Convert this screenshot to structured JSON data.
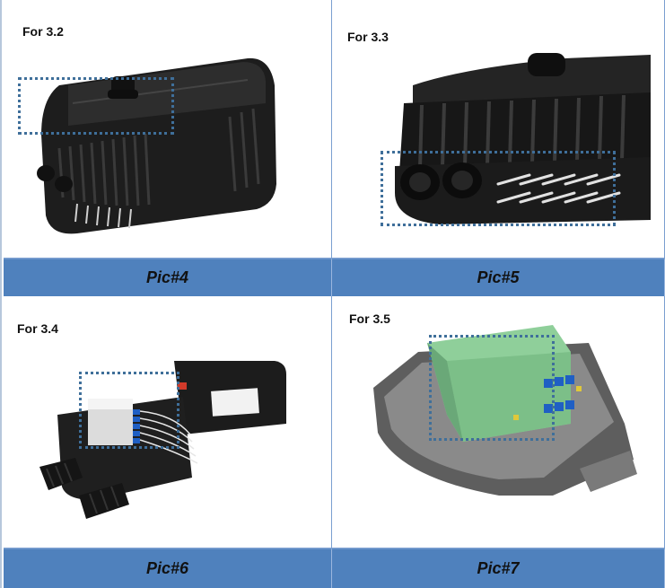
{
  "panels": [
    {
      "label": "For 3.2",
      "caption": "Pic#4",
      "image": "fiber-distribution-box-closed-icon"
    },
    {
      "label": "For 3.3",
      "caption": "Pic#5",
      "image": "cable-entry-ports-closeup-icon"
    },
    {
      "label": "For 3.4",
      "caption": "Pic#6",
      "image": "fiber-distribution-box-open-icon"
    },
    {
      "label": "For 3.5",
      "caption": "Pic#7",
      "image": "splitter-module-tray-icon"
    }
  ],
  "colors": {
    "caption_band": "#4f81bd",
    "highlight_box": "#3f6f9a",
    "enclosure_black": "#1b1b1b",
    "module_green": "#8fcf9a",
    "adapter_blue": "#1f5fc4"
  }
}
